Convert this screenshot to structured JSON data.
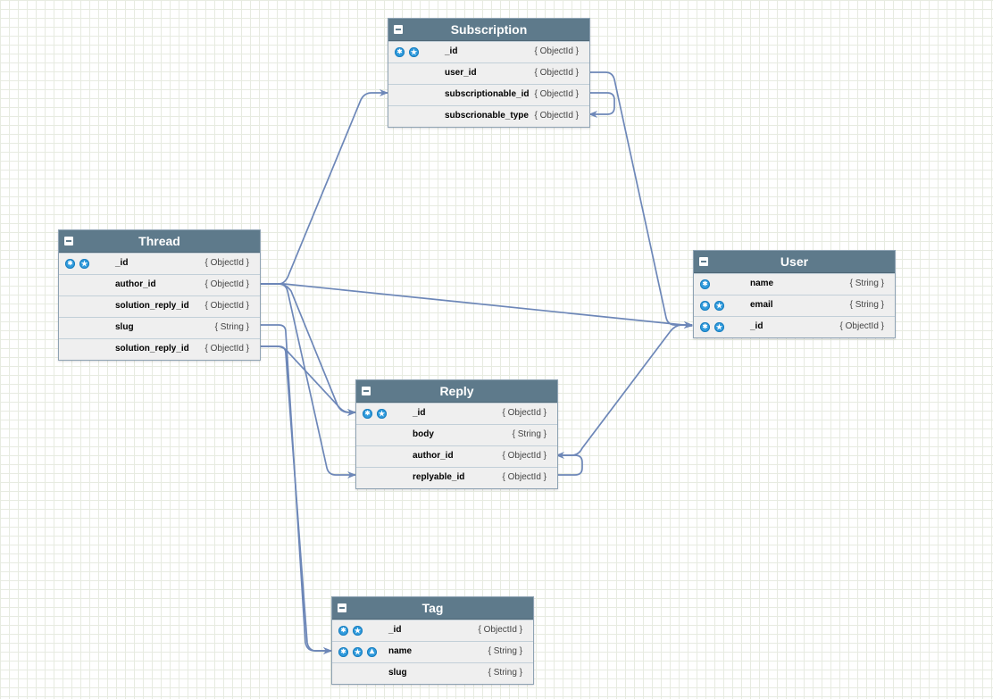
{
  "diagram": {
    "colors": {
      "header": "#5e7a8b",
      "body": "#efefef",
      "edge": "#6d87b8",
      "key_icon": "#2f9bdd",
      "grid": "#e7ebe1"
    },
    "entities": {
      "subscription": {
        "title": "Subscription",
        "fields": [
          {
            "name": "_id",
            "type": "{ ObjectId }",
            "keys": [
              "primary",
              "unique"
            ]
          },
          {
            "name": "user_id",
            "type": "{ ObjectId }",
            "keys": []
          },
          {
            "name": "subscriptionable_id",
            "type": "{ ObjectId }",
            "keys": []
          },
          {
            "name": "subscrionable_type",
            "type": "{ ObjectId }",
            "keys": []
          }
        ]
      },
      "thread": {
        "title": "Thread",
        "fields": [
          {
            "name": "_id",
            "type": "{ ObjectId }",
            "keys": [
              "primary",
              "unique"
            ]
          },
          {
            "name": "author_id",
            "type": "{ ObjectId }",
            "keys": []
          },
          {
            "name": "solution_reply_id",
            "type": "{ ObjectId }",
            "keys": []
          },
          {
            "name": "slug",
            "type": "{ String }",
            "keys": []
          },
          {
            "name": "solution_reply_id",
            "type": "{ ObjectId }",
            "keys": []
          }
        ]
      },
      "user": {
        "title": "User",
        "fields": [
          {
            "name": "name",
            "type": "{ String }",
            "keys": [
              "primary"
            ]
          },
          {
            "name": "email",
            "type": "{ String }",
            "keys": [
              "primary",
              "unique"
            ]
          },
          {
            "name": "_id",
            "type": "{ ObjectId }",
            "keys": [
              "primary",
              "unique"
            ]
          }
        ]
      },
      "reply": {
        "title": "Reply",
        "fields": [
          {
            "name": "_id",
            "type": "{ ObjectId }",
            "keys": [
              "primary",
              "unique"
            ]
          },
          {
            "name": "body",
            "type": "{ String }",
            "keys": []
          },
          {
            "name": "author_id",
            "type": "{ ObjectId }",
            "keys": []
          },
          {
            "name": "replyable_id",
            "type": "{ ObjectId }",
            "keys": []
          }
        ]
      },
      "tag": {
        "title": "Tag",
        "fields": [
          {
            "name": "_id",
            "type": "{ ObjectId }",
            "keys": [
              "primary",
              "unique"
            ]
          },
          {
            "name": "name",
            "type": "{ String }",
            "keys": [
              "primary",
              "unique",
              "index"
            ]
          },
          {
            "name": "slug",
            "type": "{ String }",
            "keys": []
          }
        ]
      }
    }
  }
}
